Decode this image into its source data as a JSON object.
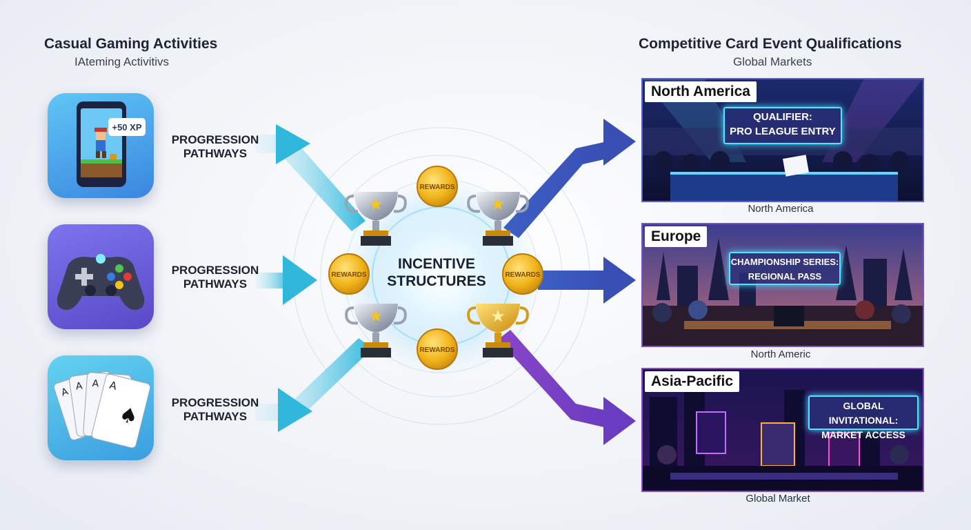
{
  "left": {
    "title": "Casual Gaming Activities",
    "subtitle": "IAteming Activitivs",
    "tiles": [
      {
        "icon": "mobile-game-icon",
        "badge": "+50 XP"
      },
      {
        "icon": "game-controller-icon"
      },
      {
        "icon": "playing-cards-icon"
      }
    ],
    "pathway_label_line1": "PROGRESSION",
    "pathway_label_line2": "PATHWAYS"
  },
  "center": {
    "line1": "INCENTIVE",
    "line2": "STRUCTURES",
    "coin_label": "REWARDS",
    "coin_label_alt": "REWARDS"
  },
  "right": {
    "title": "Competitive Card Event Qualifications",
    "subtitle": "Global Markets",
    "panels": [
      {
        "region": "North America",
        "banner_line1": "QUALIFIER:",
        "banner_line2": "PRO LEAGUE ENTRY",
        "caption": "North America"
      },
      {
        "region": "Europe",
        "banner_line1": "CHAMPIONSHIP SERIES:",
        "banner_line2": "REGIONAL PASS",
        "caption": "North Americ"
      },
      {
        "region": "Asia-Pacific",
        "banner_line1": "GLOBAL INVITATIONAL:",
        "banner_line2": "MARKET ACCESS",
        "caption": "Global Market"
      }
    ]
  },
  "colors": {
    "arrow_cyan": "#3cc4e0",
    "arrow_blue": "#3a55b8",
    "arrow_purple": "#7a3fc0",
    "coin_gold": "#f2b51c",
    "trophy_silver": "#c9ced8"
  }
}
